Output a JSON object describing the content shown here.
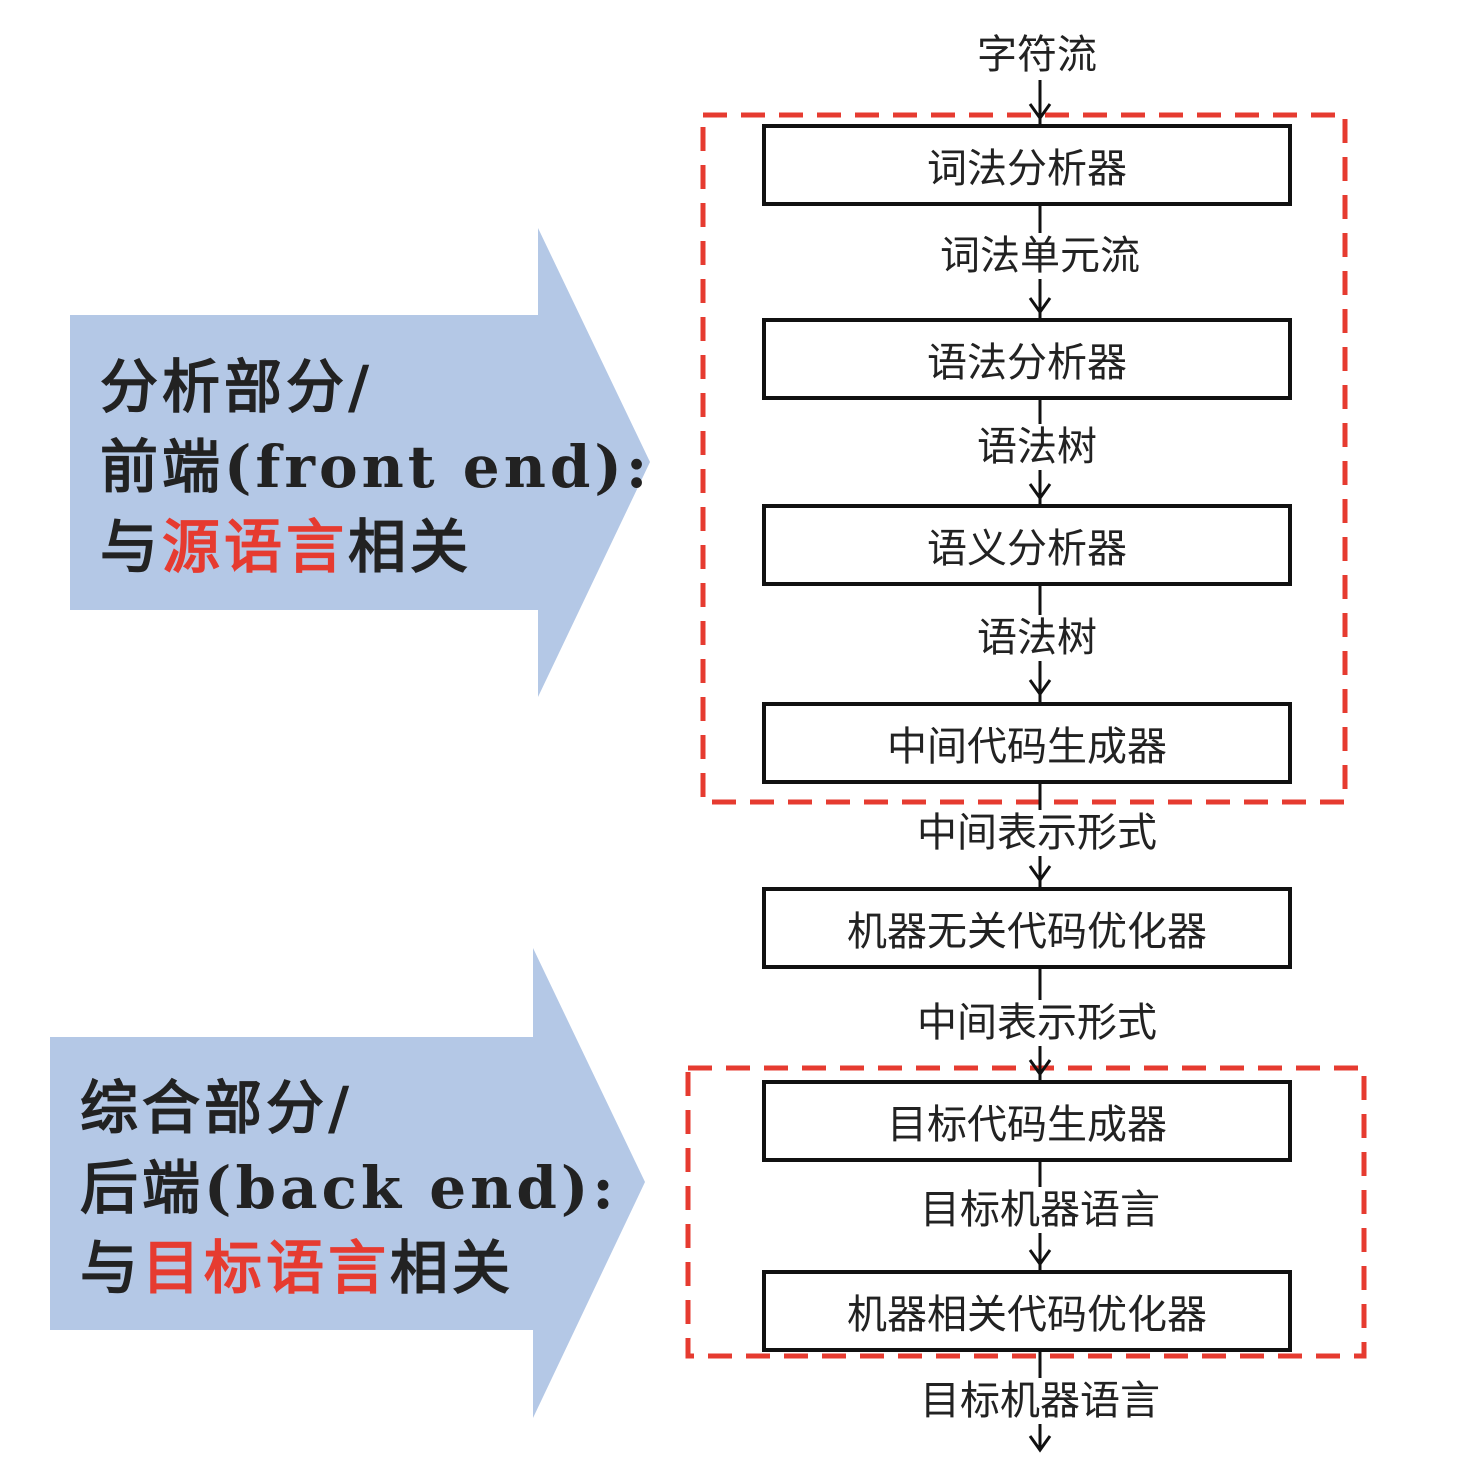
{
  "front_end": {
    "line1": "分析部分/",
    "line2": "前端(front end):",
    "line3_prefix": "与",
    "line3_highlight": "源语言",
    "line3_suffix": "相关"
  },
  "back_end": {
    "line1": "综合部分/",
    "line2": "后端(back end):",
    "line3_prefix": "与",
    "line3_highlight": "目标语言",
    "line3_suffix": "相关"
  },
  "pipeline": {
    "input": "字符流",
    "stages": [
      {
        "name": "词法分析器",
        "output": "词法单元流"
      },
      {
        "name": "语法分析器",
        "output": "语法树"
      },
      {
        "name": "语义分析器",
        "output": "语法树"
      },
      {
        "name": "中间代码生成器",
        "output": "中间表示形式"
      },
      {
        "name": "机器无关代码优化器",
        "output": "中间表示形式"
      },
      {
        "name": "目标代码生成器",
        "output": "目标机器语言"
      },
      {
        "name": "机器相关代码优化器",
        "output": "目标机器语言"
      }
    ]
  },
  "colors": {
    "arrow_fill": "#b4c8e6",
    "highlight": "#e63b30",
    "dashed_border": "#e63b30",
    "box_border": "#111111"
  }
}
